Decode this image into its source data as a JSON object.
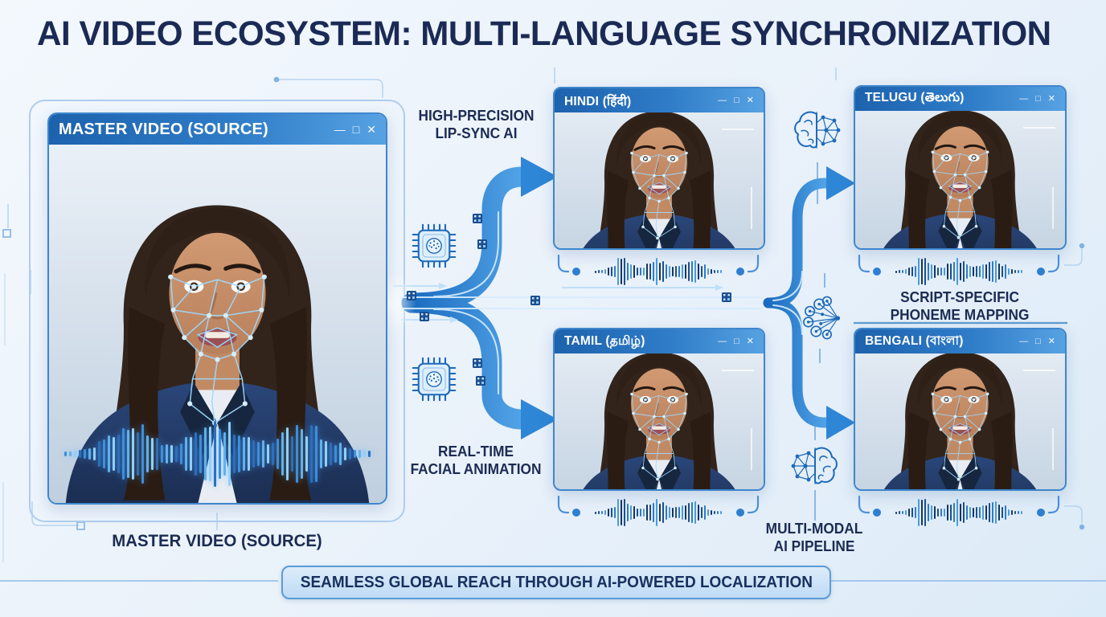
{
  "title": "AI VIDEO ECOSYSTEM: MULTI-LANGUAGE SYNCHRONIZATION",
  "master_window": {
    "title": "MASTER VIDEO (SOURCE)",
    "caption": "MASTER VIDEO (SOURCE)",
    "window_controls": {
      "minimize": "—",
      "maximize": "□",
      "close": "✕"
    }
  },
  "language_windows": [
    {
      "name": "hindi",
      "title": "HINDI (हिंदी)"
    },
    {
      "name": "telugu",
      "title": "TELUGU (తెలుగు)"
    },
    {
      "name": "tamil",
      "title": "TAMIL (தமிழ்)"
    },
    {
      "name": "bengali",
      "title": "BENGALI (বাংলা)"
    }
  ],
  "annotations": {
    "lip_sync": {
      "line1": "HIGH-PRECISION",
      "line2": "LIP-SYNC AI"
    },
    "facial_animation": {
      "line1": "REAL-TIME",
      "line2": "FACIAL ANIMATION"
    },
    "phoneme_mapping": {
      "line1": "SCRIPT-SPECIFIC",
      "line2": "PHONEME MAPPING"
    },
    "ai_pipeline": {
      "line1": "MULTI-MODAL",
      "line2": "AI PIPELINE"
    }
  },
  "banner": {
    "text": "SEAMLESS GLOBAL REACH THROUGH AI-POWERED LOCALIZATION"
  },
  "icons": {
    "chip_top": "ai-chip-icon",
    "chip_bottom": "ai-chip-icon",
    "brain_top": "brain-network-icon",
    "brain_middle": "neural-cluster-icon",
    "brain_bottom": "brain-network-icon"
  },
  "colors": {
    "title_text": "#1b2a55",
    "window_bar": "#2a74c4",
    "pipe": "#2b80d0",
    "banner_fill": "#cde3f7",
    "banner_border": "#5b9bd5",
    "background": "#eef4fb",
    "waveform_dark": "#17355f",
    "waveform_light": "#4d9ad8"
  }
}
